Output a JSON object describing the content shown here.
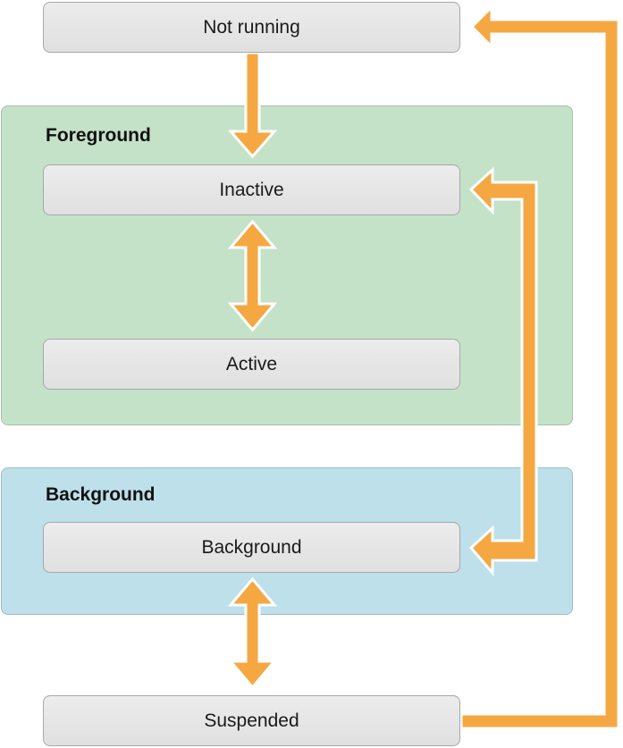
{
  "groups": {
    "foreground": {
      "title": "Foreground"
    },
    "background": {
      "title": "Background"
    }
  },
  "states": {
    "not_running": "Not running",
    "inactive": "Inactive",
    "active": "Active",
    "background": "Background",
    "suspended": "Suspended"
  },
  "colors": {
    "arrow_fill": "#f5a742",
    "arrow_outline": "#ffffff",
    "foreground_group": "#c4e2c8",
    "background_group": "#bde0ea",
    "state_box": "#e6e6e6"
  }
}
